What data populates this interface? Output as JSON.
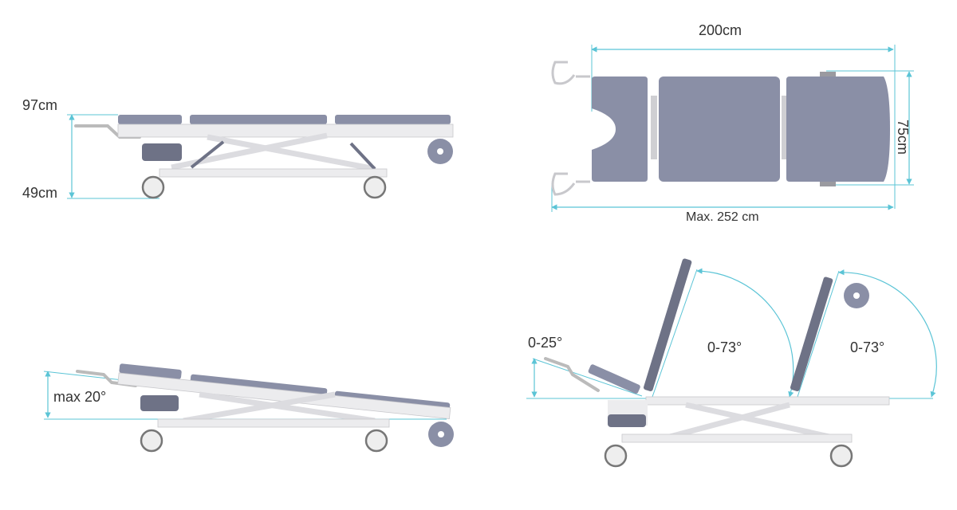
{
  "colors": {
    "pad": "#8a8fa6",
    "frame": "#e6e6e8",
    "frame_stroke": "#b8b8bc",
    "dimension": "#5bc4d6",
    "dark": "#5a5e6e"
  },
  "panels": {
    "side_height": {
      "max_height": "97cm",
      "min_height": "49cm"
    },
    "top_view": {
      "length": "200cm",
      "width": "75cm",
      "max_length": "Max. 252 cm"
    },
    "tilt": {
      "angle": "max 20°"
    },
    "sections": {
      "head_angle": "0-25°",
      "back_angle": "0-73°",
      "leg_angle": "0-73°"
    }
  }
}
